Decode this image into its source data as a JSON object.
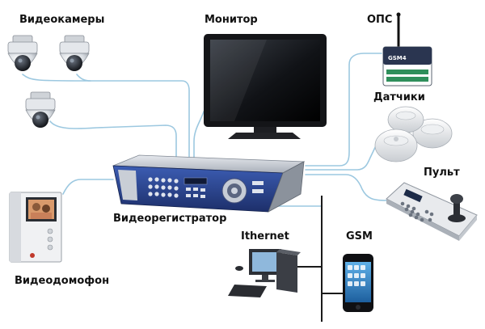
{
  "labels": {
    "cameras": "Видеокамеры",
    "monitor": "Монитор",
    "ops": "ОПС",
    "sensors": "Датчики",
    "console": "Пульт",
    "dvr": "Видеорегистратор",
    "intercom": "Видеодомофон",
    "ethernet": "Ithernet",
    "gsm": "GSM"
  },
  "devices": {
    "gsm_module_text": "GSM4"
  },
  "colors": {
    "cable": "#9cc8e0",
    "line_dark": "#1a1a1a",
    "dvr_blue": "#2c4a9a",
    "dvr_silver": "#b9bec8"
  }
}
